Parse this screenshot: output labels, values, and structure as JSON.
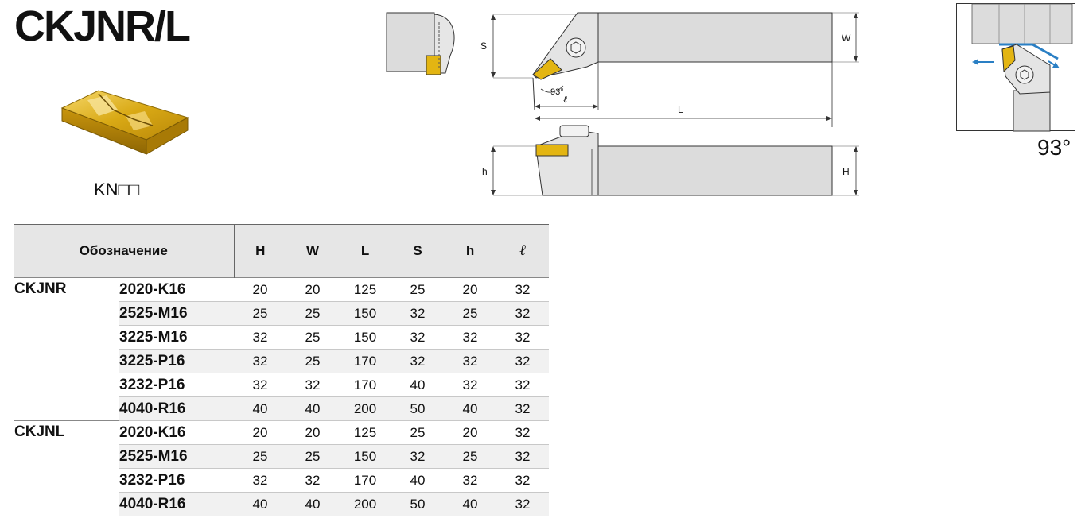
{
  "title": "CKJNR/L",
  "insert": {
    "code": "KN□□"
  },
  "drawing": {
    "dim_S": "S",
    "dim_W": "W",
    "dim_L": "L",
    "dim_h": "h",
    "dim_H": "H",
    "dim_ell": "ℓ",
    "angle": "93°"
  },
  "angle_box": {
    "angle": "93°"
  },
  "colors": {
    "insert_gold": "#e3b512",
    "body_gray": "#dcdcdc",
    "arrow_blue": "#2a7fc4"
  },
  "table": {
    "header": {
      "designation": "Обозначение",
      "cols": [
        "H",
        "W",
        "L",
        "S",
        "h",
        "ℓ"
      ]
    },
    "groups": [
      {
        "series": "CKJNR",
        "rows": [
          {
            "model": "2020-K16",
            "values": [
              "20",
              "20",
              "125",
              "25",
              "20",
              "32"
            ]
          },
          {
            "model": "2525-M16",
            "values": [
              "25",
              "25",
              "150",
              "32",
              "25",
              "32"
            ]
          },
          {
            "model": "3225-M16",
            "values": [
              "32",
              "25",
              "150",
              "32",
              "32",
              "32"
            ]
          },
          {
            "model": "3225-P16",
            "values": [
              "32",
              "25",
              "170",
              "32",
              "32",
              "32"
            ]
          },
          {
            "model": "3232-P16",
            "values": [
              "32",
              "32",
              "170",
              "40",
              "32",
              "32"
            ]
          },
          {
            "model": "4040-R16",
            "values": [
              "40",
              "40",
              "200",
              "50",
              "40",
              "32"
            ]
          }
        ]
      },
      {
        "series": "CKJNL",
        "rows": [
          {
            "model": "2020-K16",
            "values": [
              "20",
              "20",
              "125",
              "25",
              "20",
              "32"
            ]
          },
          {
            "model": "2525-M16",
            "values": [
              "25",
              "25",
              "150",
              "32",
              "25",
              "32"
            ]
          },
          {
            "model": "3232-P16",
            "values": [
              "32",
              "32",
              "170",
              "40",
              "32",
              "32"
            ]
          },
          {
            "model": "4040-R16",
            "values": [
              "40",
              "40",
              "200",
              "50",
              "40",
              "32"
            ]
          }
        ]
      }
    ]
  }
}
